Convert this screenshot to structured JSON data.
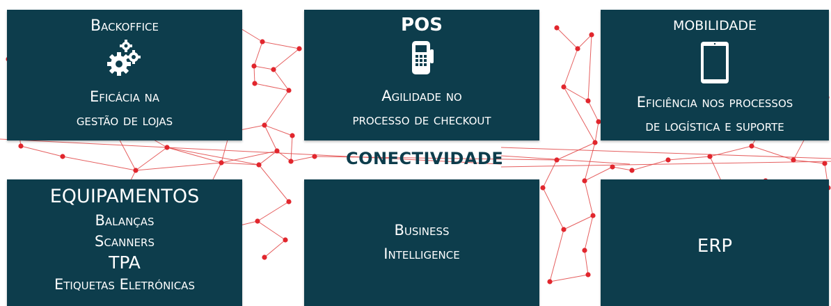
{
  "colors": {
    "box": "#0d3d4c",
    "network_line": "#e14343",
    "network_node": "#e1262d",
    "text": "#ffffff"
  },
  "center_label": "CONECTIVIDADE",
  "boxes": {
    "backoffice": {
      "title": "Backoffice",
      "icon": "gears-icon",
      "line1": "Eficácia na",
      "line2": "gestão de lojas"
    },
    "pos": {
      "title": "POS",
      "icon": "payment-terminal-icon",
      "line1": "Agilidade no",
      "line2": "processo de checkout"
    },
    "mobilidade": {
      "title": "MOBILIDADE",
      "icon": "tablet-icon",
      "line1": "Eficiência nos processos",
      "line2": "de logística e suporte"
    },
    "equipamentos": {
      "title": "EQUIPAMENTOS",
      "items": [
        "Balanças",
        "Scanners",
        "TPA",
        "Etiquetas Eletrónicas"
      ]
    },
    "bi": {
      "line1": "Business",
      "line2": "Intelligence"
    },
    "erp": {
      "title": "ERP"
    }
  }
}
